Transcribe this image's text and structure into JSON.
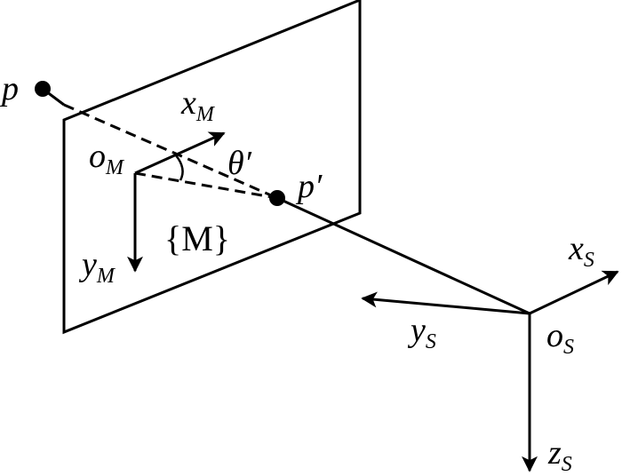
{
  "diagram": {
    "labels": {
      "p": "p",
      "p_prime": "p′",
      "theta_prime": "θ′",
      "frame_M": "{M}",
      "o_M": {
        "base": "o",
        "sub": "M"
      },
      "x_M": {
        "base": "x",
        "sub": "M"
      },
      "y_M": {
        "base": "y",
        "sub": "M"
      },
      "o_S": {
        "base": "o",
        "sub": "S"
      },
      "x_S": {
        "base": "x",
        "sub": "S"
      },
      "y_S": {
        "base": "y",
        "sub": "S"
      },
      "z_S": {
        "base": "z",
        "sub": "S"
      }
    },
    "colors": {
      "stroke": "#000000",
      "background": "#ffffff"
    }
  }
}
